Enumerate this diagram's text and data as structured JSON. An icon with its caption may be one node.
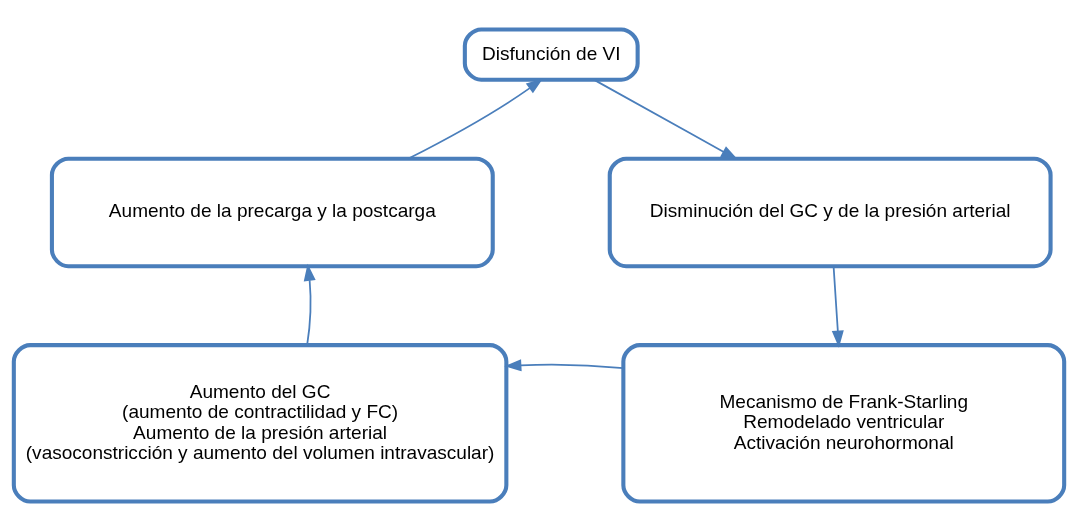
{
  "diagram": {
    "nodes": [
      {
        "text": [
          "Disfunción de VI"
        ]
      },
      {
        "text": [
          "Aumento de la precarga y la postcarga"
        ]
      },
      {
        "text": [
          "Disminución del GC y de la presión arterial"
        ]
      },
      {
        "text": [
          "Aumento del GC",
          "(aumento de contractilidad y FC)",
          "Aumento de la presión arterial",
          "(vasoconstricción y aumento del volumen intravascular)"
        ]
      },
      {
        "text": [
          "Mecanismo de Frank-Starling",
          "Remodelado ventricular",
          "Activación neurohormonal"
        ]
      }
    ],
    "edges": [
      {
        "from": 0,
        "to": 2,
        "arrow": "to"
      },
      {
        "from": 2,
        "to": 4,
        "arrow": "to"
      },
      {
        "from": 4,
        "to": 3,
        "arrow": "to"
      },
      {
        "from": 3,
        "to": 1,
        "arrow": "to"
      },
      {
        "from": 1,
        "to": 0,
        "arrow": "to"
      }
    ]
  }
}
